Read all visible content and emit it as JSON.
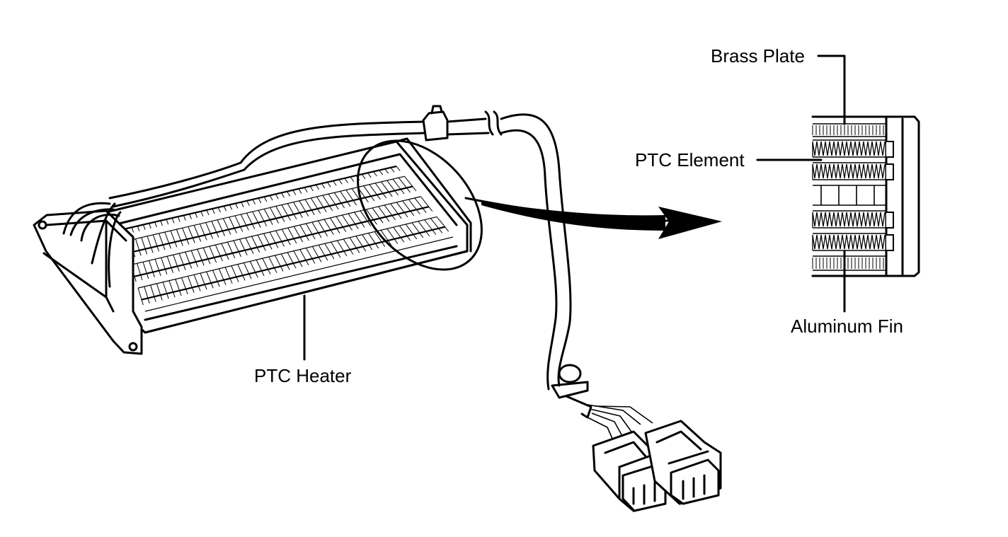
{
  "labels": {
    "heater": "PTC Heater",
    "brass_plate": "Brass Plate",
    "ptc_element": "PTC Element",
    "aluminum_fin": "Aluminum Fin"
  },
  "colors": {
    "line": "#000000",
    "background": "#ffffff"
  },
  "icons": {
    "detail_arrow": "right-arrow-icon",
    "detail_circle": "magnify-circle"
  }
}
